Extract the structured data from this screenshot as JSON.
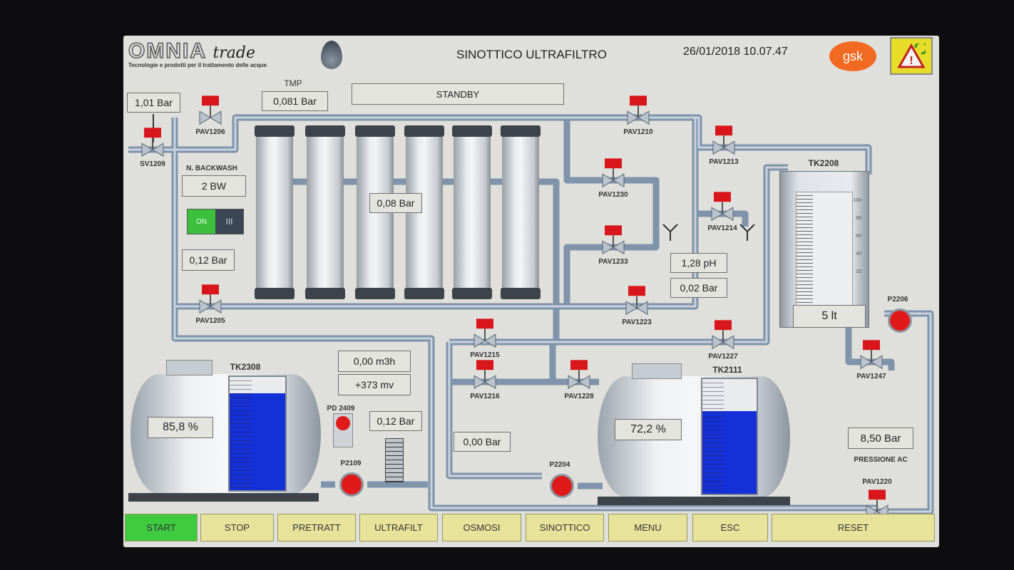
{
  "header": {
    "logo_name": "OMNIA",
    "logo_trade": "trade",
    "logo_tagline": "Tecnologie e prodotti per il trattamento delle acque",
    "title": "SINOTTICO ULTRAFILTRO",
    "datetime": "26/01/2018 10.07.47",
    "client_logo": "gsk",
    "alarm_icon": "warning-triangle-icon"
  },
  "status": "STANDBY",
  "readings": {
    "inlet_pressure": "1,01 Bar",
    "tmp_label": "TMP",
    "tmp": "0,081 Bar",
    "backwash_label": "N. BACKWASH",
    "backwash": "2 BW",
    "toggle_on": "ON",
    "toggle_off": "III",
    "p_left": "0,12 Bar",
    "p_filters": "0,08 Bar",
    "ph": "1,28 pH",
    "p_ph": "0,02 Bar",
    "tk2208_level": "5 lt",
    "pressure_ac": "8,50 Bar",
    "pressure_ac_label": "PRESSIONE AC",
    "flow": "0,00 m3h",
    "redox": "+373 mv",
    "p_pd": "0,12 Bar",
    "p_p2204": "0,00 Bar",
    "tk2308_pct": "85,8 %",
    "tk2111_pct": "72,2 %"
  },
  "tanks": {
    "tk2308": {
      "name": "TK2308",
      "level": 85.8
    },
    "tk2111": {
      "name": "TK2111",
      "level": 72.2
    },
    "tk2208": {
      "name": "TK2208",
      "scale": [
        "100",
        "80",
        "60",
        "40",
        "20"
      ]
    }
  },
  "pumps": {
    "p2109": "P2109",
    "p2204": "P2204",
    "p2206": "P2206",
    "pd2409": "PD 2409"
  },
  "valves": [
    "PAV1206",
    "SV1209",
    "PAV1210",
    "PAV1213",
    "PAV1230",
    "PAV1214",
    "PAV1233",
    "PAV1205",
    "PAV1223",
    "PAV1215",
    "PAV1227",
    "PAV1216",
    "PAV1228",
    "PAV1247",
    "PAV1220"
  ],
  "colors": {
    "valve_actuator": "#d9161c",
    "pump": "#e01a1a",
    "tank_fill": "#1430d8",
    "start_button": "#3fcb3f",
    "nav_button": "#e7e39a"
  },
  "nav": [
    "START",
    "STOP",
    "PRETRATT",
    "ULTRAFILT",
    "OSMOSI",
    "SINOTTICO",
    "MENU",
    "ESC",
    "RESET"
  ]
}
